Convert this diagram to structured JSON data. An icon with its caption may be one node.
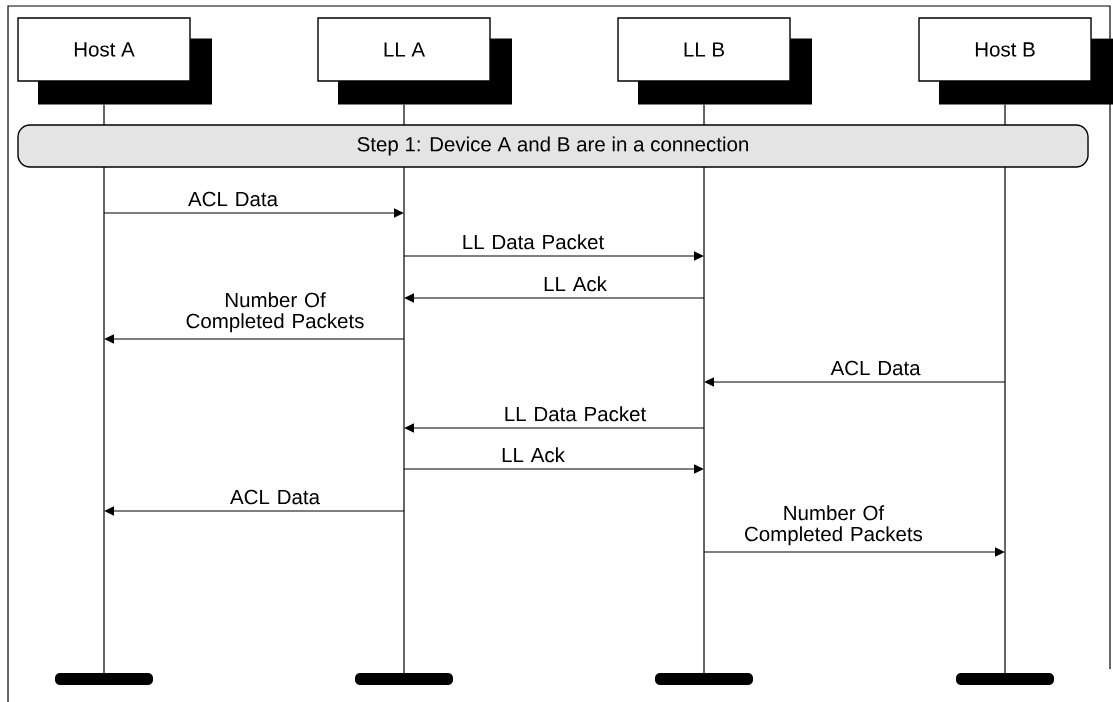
{
  "diagram": {
    "nodes": [
      {
        "text": [
          "Host A"
        ]
      },
      {
        "text": [
          "LL A"
        ]
      },
      {
        "text": [
          "LL B"
        ]
      },
      {
        "text": [
          "Host B"
        ]
      },
      {
        "text": [
          "Step 1: Device A and B are in a connection"
        ]
      }
    ],
    "edges": [
      {
        "from": 0,
        "to": 1,
        "arrow": "to",
        "label": "ACL Data"
      },
      {
        "from": 1,
        "to": 2,
        "arrow": "to",
        "label": "LL Data Packet"
      },
      {
        "from": 2,
        "to": 1,
        "arrow": "to",
        "label": "LL Ack"
      },
      {
        "from": 1,
        "to": 0,
        "arrow": "to",
        "label": "Number Of Completed Packets"
      },
      {
        "from": 3,
        "to": 2,
        "arrow": "to",
        "label": "ACL Data"
      },
      {
        "from": 2,
        "to": 1,
        "arrow": "to",
        "label": "LL Data Packet"
      },
      {
        "from": 1,
        "to": 2,
        "arrow": "to",
        "label": "LL Ack"
      },
      {
        "from": 1,
        "to": 0,
        "arrow": "to",
        "label": "ACL Data"
      },
      {
        "from": 2,
        "to": 3,
        "arrow": "to",
        "label": "Number Of Completed Packets"
      }
    ]
  }
}
